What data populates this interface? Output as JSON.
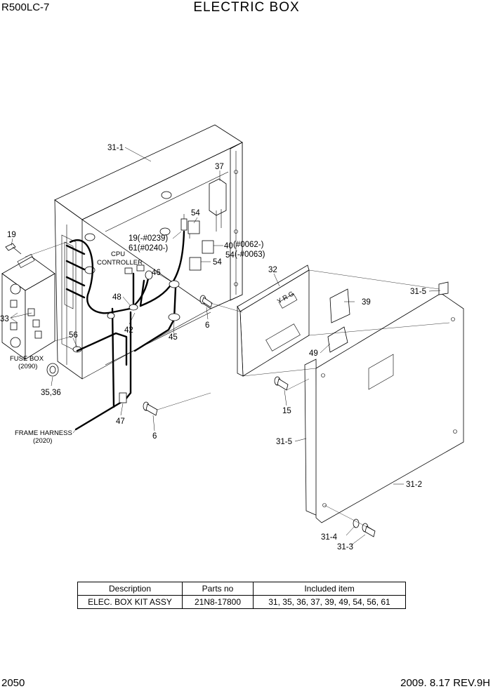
{
  "header": {
    "model": "R500LC-7",
    "title": "ELECTRIC BOX"
  },
  "footer": {
    "page": "2050",
    "date_rev": "2009. 8.17  REV.9H"
  },
  "callouts": {
    "c31_1": "31-1",
    "c37": "37",
    "c54a": "54",
    "c19a": "19(-#0239)",
    "c61": "61(#0240-)",
    "c40": "40",
    "c40r": "(#0062-)",
    "c54b": "54",
    "c54r": "(-#0063)",
    "c54c": "54",
    "cpu1": "CPU",
    "cpu2": "CONTROLLER",
    "c46": "46",
    "c32": "32",
    "c31_5a": "31-5",
    "c19": "19",
    "c48": "48",
    "c6a": "6",
    "c39": "39",
    "c33": "33",
    "c42": "42",
    "c45": "45",
    "c49": "49",
    "c56": "56",
    "fb1": "FUSE BOX",
    "fb2": "(2090)",
    "c35": "35,36",
    "c15": "15",
    "c47": "47",
    "fh1": "FRAME HARNESS",
    "fh2": "(2020)",
    "c6b": "6",
    "c31_5b": "31-5",
    "c31_2": "31-2",
    "c31_4": "31-4",
    "c31_3": "31-3",
    "leds": "Y R G"
  },
  "kit_table": {
    "headers": [
      "Description",
      "Parts no",
      "Included item"
    ],
    "row": [
      "ELEC. BOX KIT ASSY",
      "21N8-17800",
      "31, 35, 36, 37, 39, 49, 54, 56, 61"
    ]
  }
}
